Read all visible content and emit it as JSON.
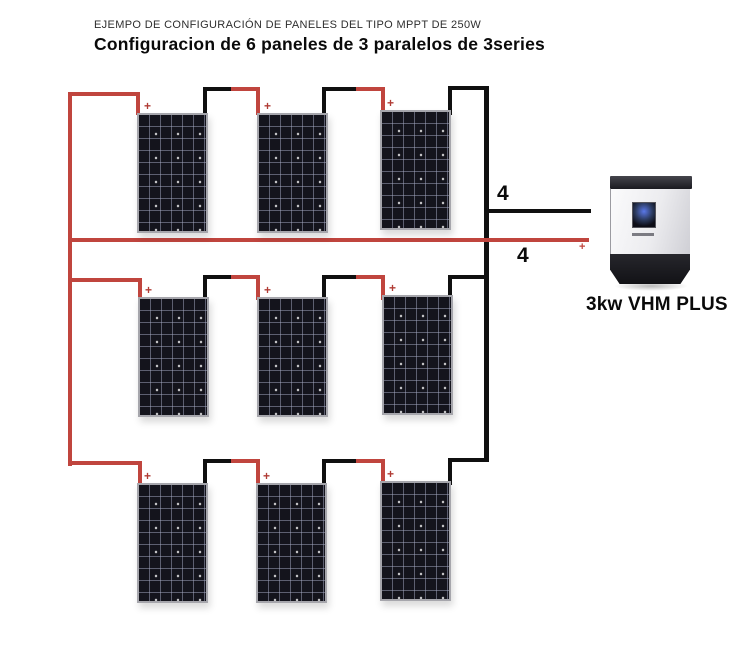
{
  "header": {
    "line1": "EJEMPO DE CONFIGURACIÓN DE PANELES DEL TIPO MPPT DE 250W",
    "line2": "Configuracion de 6 paneles de 3 paralelos de 3series"
  },
  "labels": {
    "panel_plus": "+",
    "negative_wire_count": "4",
    "positive_wire_count": "4",
    "positive_terminal": "+"
  },
  "inverter": {
    "caption": "3kw VHM PLUS"
  },
  "colors": {
    "wire_positive": "#c0453e",
    "wire_negative": "#101010",
    "panel_fill": "#14141c"
  }
}
